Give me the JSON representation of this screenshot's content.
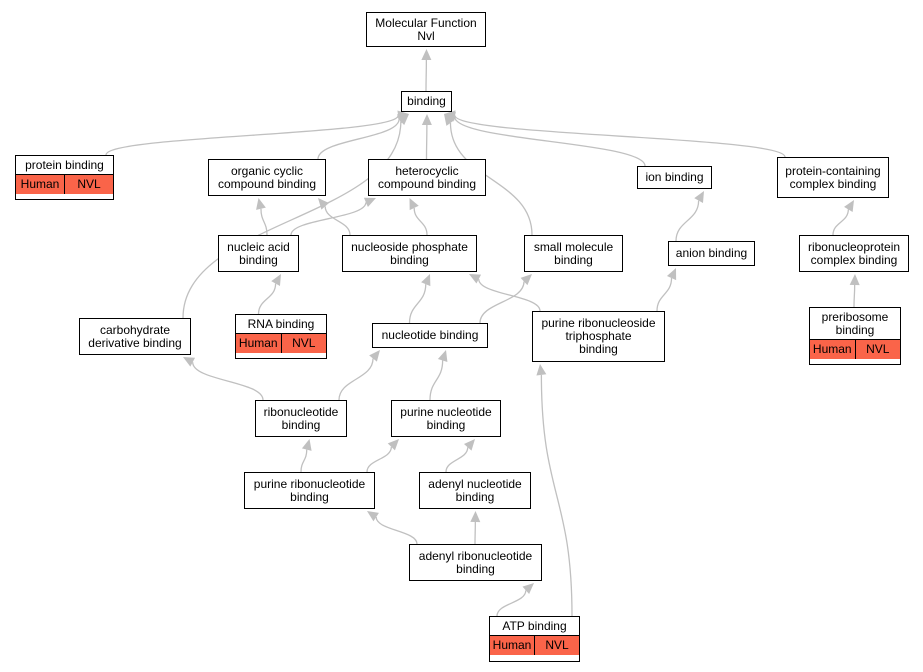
{
  "colors": {
    "edge": "#c0c0c0",
    "node_border": "#000000",
    "node_fill": "#ffffff",
    "tag_fill": "#fa6449"
  },
  "nodes": {
    "mf_nvl": {
      "label": "Molecular Function\nNvl",
      "tags": []
    },
    "binding": {
      "label": "binding",
      "tags": []
    },
    "protein_binding": {
      "label": "protein binding",
      "tags": [
        "Human",
        "NVL"
      ]
    },
    "organic_cyclic": {
      "label": "organic cyclic\ncompound binding",
      "tags": []
    },
    "heterocyclic": {
      "label": "heterocyclic\ncompound binding",
      "tags": []
    },
    "ion_binding": {
      "label": "ion binding",
      "tags": []
    },
    "protein_complex": {
      "label": "protein-containing\ncomplex binding",
      "tags": []
    },
    "nucleic_acid": {
      "label": "nucleic acid\nbinding",
      "tags": []
    },
    "nucleoside_phosphate": {
      "label": "nucleoside phosphate\nbinding",
      "tags": []
    },
    "small_molecule": {
      "label": "small molecule\nbinding",
      "tags": []
    },
    "anion_binding": {
      "label": "anion binding",
      "tags": []
    },
    "ribonucleoprotein": {
      "label": "ribonucleoprotein\ncomplex binding",
      "tags": []
    },
    "carbohydrate": {
      "label": "carbohydrate\nderivative binding",
      "tags": []
    },
    "rna_binding": {
      "label": "RNA binding",
      "tags": [
        "Human",
        "NVL"
      ]
    },
    "nucleotide_binding": {
      "label": "nucleotide binding",
      "tags": []
    },
    "purine_ribonucleoside_tp": {
      "label": "purine ribonucleoside\ntriphosphate\nbinding",
      "tags": []
    },
    "preribosome": {
      "label": "preribosome\nbinding",
      "tags": [
        "Human",
        "NVL"
      ]
    },
    "ribonucleotide": {
      "label": "ribonucleotide\nbinding",
      "tags": []
    },
    "purine_nucleotide": {
      "label": "purine nucleotide\nbinding",
      "tags": []
    },
    "purine_ribonucleotide": {
      "label": "purine ribonucleotide\nbinding",
      "tags": []
    },
    "adenyl_nucleotide": {
      "label": "adenyl nucleotide\nbinding",
      "tags": []
    },
    "adenyl_ribonucleotide": {
      "label": "adenyl ribonucleotide\nbinding",
      "tags": []
    },
    "atp_binding": {
      "label": "ATP binding",
      "tags": [
        "Human",
        "NVL"
      ]
    }
  },
  "edges": [
    [
      "binding",
      "mf_nvl"
    ],
    [
      "protein_binding",
      "binding"
    ],
    [
      "organic_cyclic",
      "binding"
    ],
    [
      "heterocyclic",
      "binding"
    ],
    [
      "ion_binding",
      "binding"
    ],
    [
      "protein_complex",
      "binding"
    ],
    [
      "small_molecule",
      "binding"
    ],
    [
      "carbohydrate",
      "binding"
    ],
    [
      "nucleic_acid",
      "organic_cyclic"
    ],
    [
      "nucleic_acid",
      "heterocyclic"
    ],
    [
      "nucleoside_phosphate",
      "organic_cyclic"
    ],
    [
      "nucleoside_phosphate",
      "heterocyclic"
    ],
    [
      "anion_binding",
      "ion_binding"
    ],
    [
      "ribonucleoprotein",
      "protein_complex"
    ],
    [
      "rna_binding",
      "nucleic_acid"
    ],
    [
      "nucleotide_binding",
      "nucleoside_phosphate"
    ],
    [
      "nucleotide_binding",
      "small_molecule"
    ],
    [
      "purine_ribonucleoside_tp",
      "nucleoside_phosphate"
    ],
    [
      "purine_ribonucleoside_tp",
      "anion_binding"
    ],
    [
      "preribosome",
      "ribonucleoprotein"
    ],
    [
      "ribonucleotide",
      "carbohydrate"
    ],
    [
      "ribonucleotide",
      "nucleotide_binding"
    ],
    [
      "purine_nucleotide",
      "nucleotide_binding"
    ],
    [
      "purine_ribonucleotide",
      "ribonucleotide"
    ],
    [
      "purine_ribonucleotide",
      "purine_nucleotide"
    ],
    [
      "adenyl_nucleotide",
      "purine_nucleotide"
    ],
    [
      "adenyl_ribonucleotide",
      "purine_ribonucleotide"
    ],
    [
      "adenyl_ribonucleotide",
      "adenyl_nucleotide"
    ],
    [
      "atp_binding",
      "adenyl_ribonucleotide"
    ],
    [
      "atp_binding",
      "purine_ribonucleoside_tp"
    ]
  ]
}
